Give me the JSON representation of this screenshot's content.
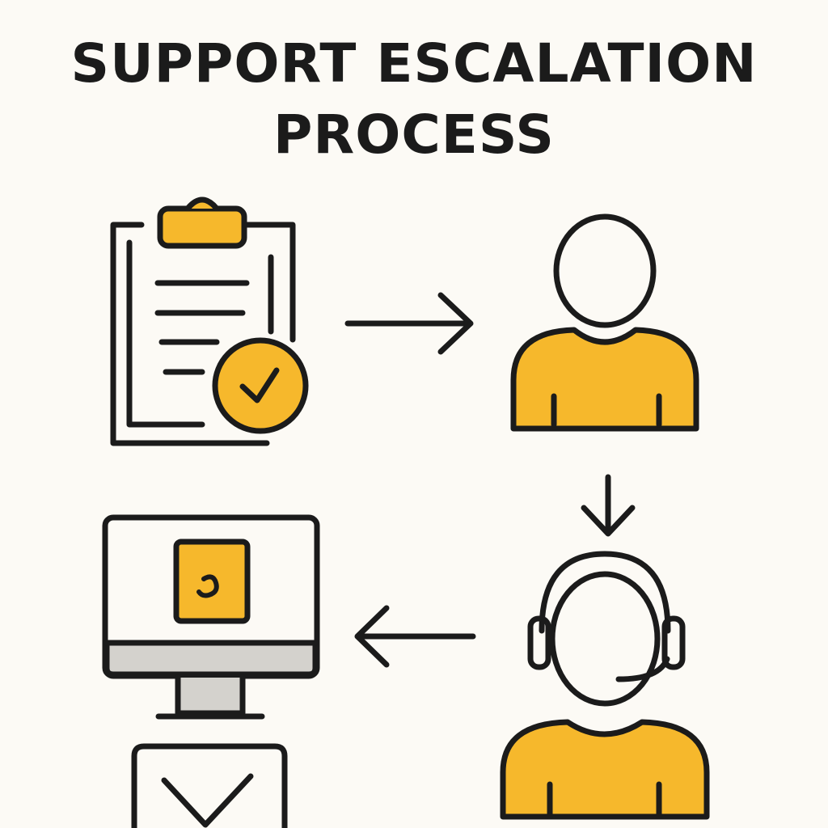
{
  "title": {
    "line1": "SUPPORT ESCALATION",
    "line2": "PROCESS"
  },
  "colors": {
    "accent": "#f6b82c",
    "ink": "#1b1b1b",
    "background": "#fcfaf5",
    "gray": "#d4d2cd"
  },
  "steps": [
    {
      "icon": "clipboard-check-icon"
    },
    {
      "icon": "user-icon"
    },
    {
      "icon": "support-agent-headset-icon"
    },
    {
      "icon": "computer-monitor-icon"
    },
    {
      "icon": "checkbox-icon"
    }
  ],
  "arrows": [
    "arrow-right",
    "arrow-down",
    "arrow-left"
  ]
}
